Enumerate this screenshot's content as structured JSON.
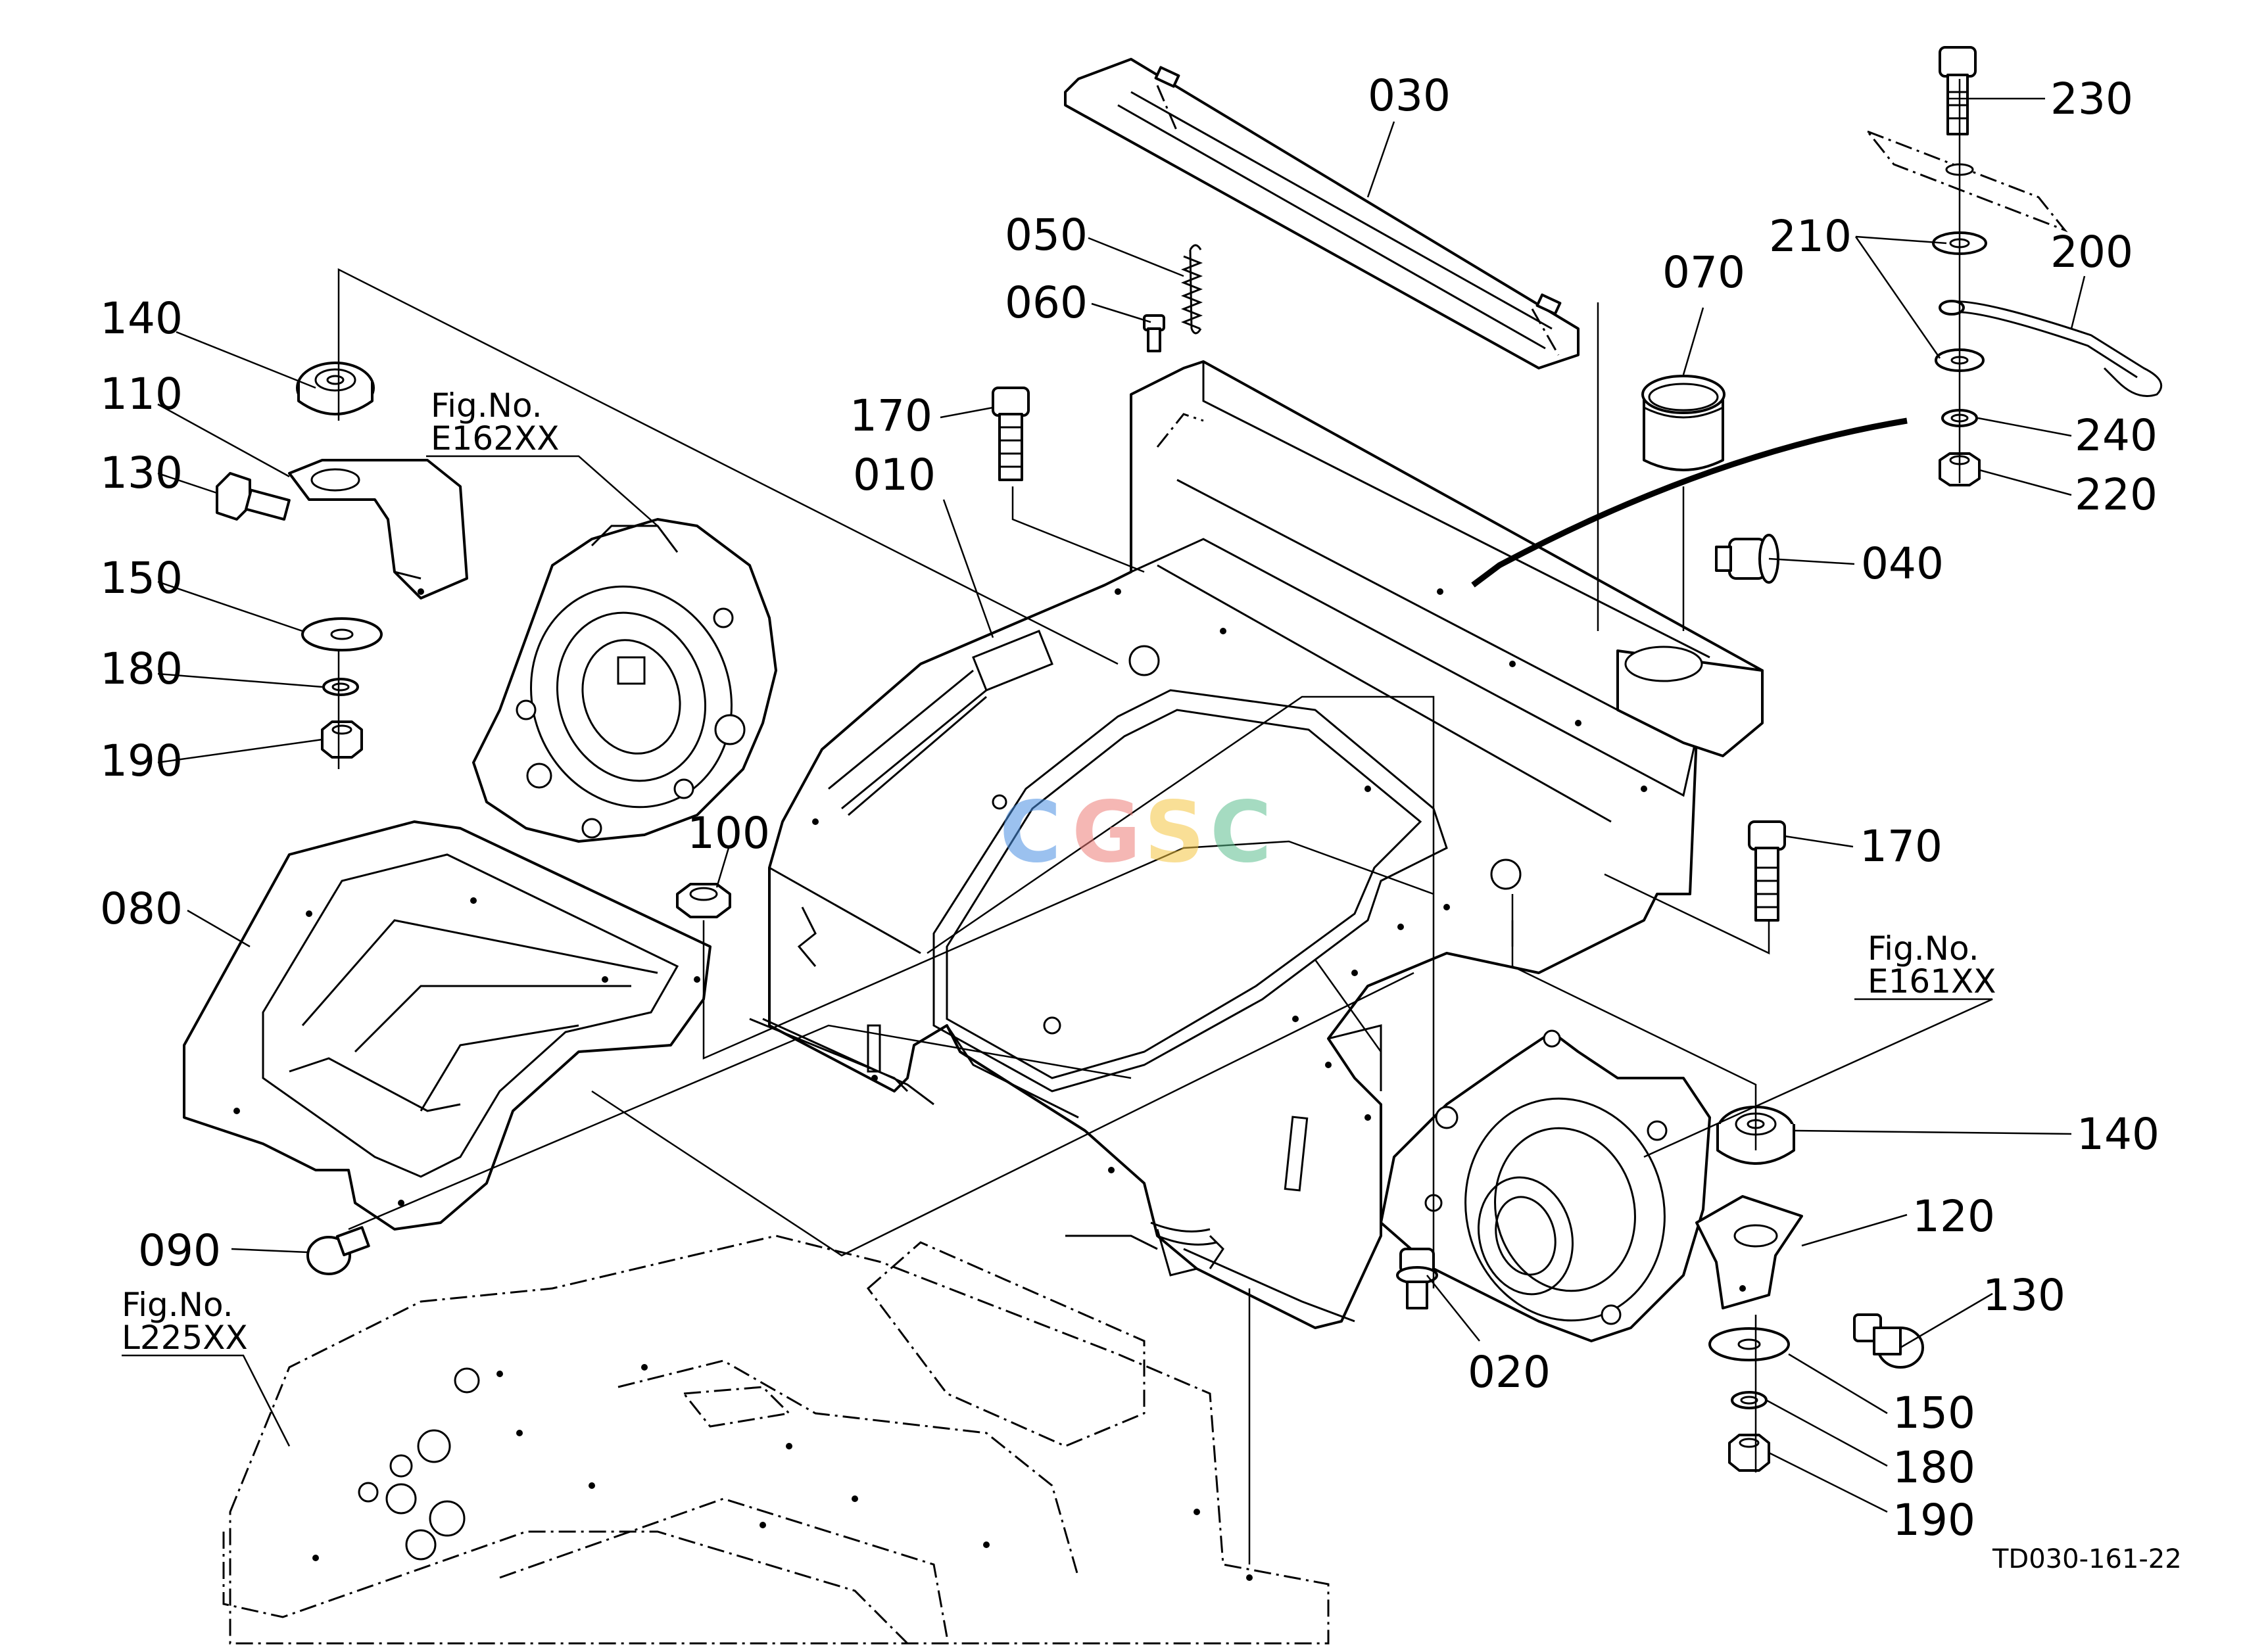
{
  "callouts": [
    {
      "id": "c030",
      "text": "030"
    },
    {
      "id": "c230",
      "text": "230"
    },
    {
      "id": "c050",
      "text": "050"
    },
    {
      "id": "c060",
      "text": "060"
    },
    {
      "id": "c070",
      "text": "070"
    },
    {
      "id": "c210",
      "text": "210"
    },
    {
      "id": "c200",
      "text": "200"
    },
    {
      "id": "c140a",
      "text": "140"
    },
    {
      "id": "c110",
      "text": "110"
    },
    {
      "id": "c130a",
      "text": "130"
    },
    {
      "id": "c150a",
      "text": "150"
    },
    {
      "id": "c180a",
      "text": "180"
    },
    {
      "id": "c190a",
      "text": "190"
    },
    {
      "id": "c170a",
      "text": "170"
    },
    {
      "id": "c010",
      "text": "010"
    },
    {
      "id": "c240",
      "text": "240"
    },
    {
      "id": "c220",
      "text": "220"
    },
    {
      "id": "c040",
      "text": "040"
    },
    {
      "id": "c100",
      "text": "100"
    },
    {
      "id": "c080",
      "text": "080"
    },
    {
      "id": "c170b",
      "text": "170"
    },
    {
      "id": "c140b",
      "text": "140"
    },
    {
      "id": "c120",
      "text": "120"
    },
    {
      "id": "c130b",
      "text": "130"
    },
    {
      "id": "c090",
      "text": "090"
    },
    {
      "id": "c020",
      "text": "020"
    },
    {
      "id": "c150b",
      "text": "150"
    },
    {
      "id": "c180b",
      "text": "180"
    },
    {
      "id": "c190b",
      "text": "190"
    }
  ],
  "figure_refs": [
    {
      "id": "e162",
      "line1": "Fig.No.",
      "line2": "E162XX"
    },
    {
      "id": "e161",
      "line1": "Fig.No.",
      "line2": "E161XX"
    },
    {
      "id": "l225",
      "line1": "Fig.No.",
      "line2": "L225XX"
    }
  ],
  "drawing_code": "TD030-161-22",
  "watermark": {
    "letters": [
      {
        "char": "C",
        "color": "#4a90e2"
      },
      {
        "char": "G",
        "color": "#ee7d78"
      },
      {
        "char": "S",
        "color": "#f5c542"
      },
      {
        "char": "C",
        "color": "#5cbf8f"
      }
    ]
  },
  "colors": {
    "line": "#000000",
    "background": "#ffffff"
  }
}
